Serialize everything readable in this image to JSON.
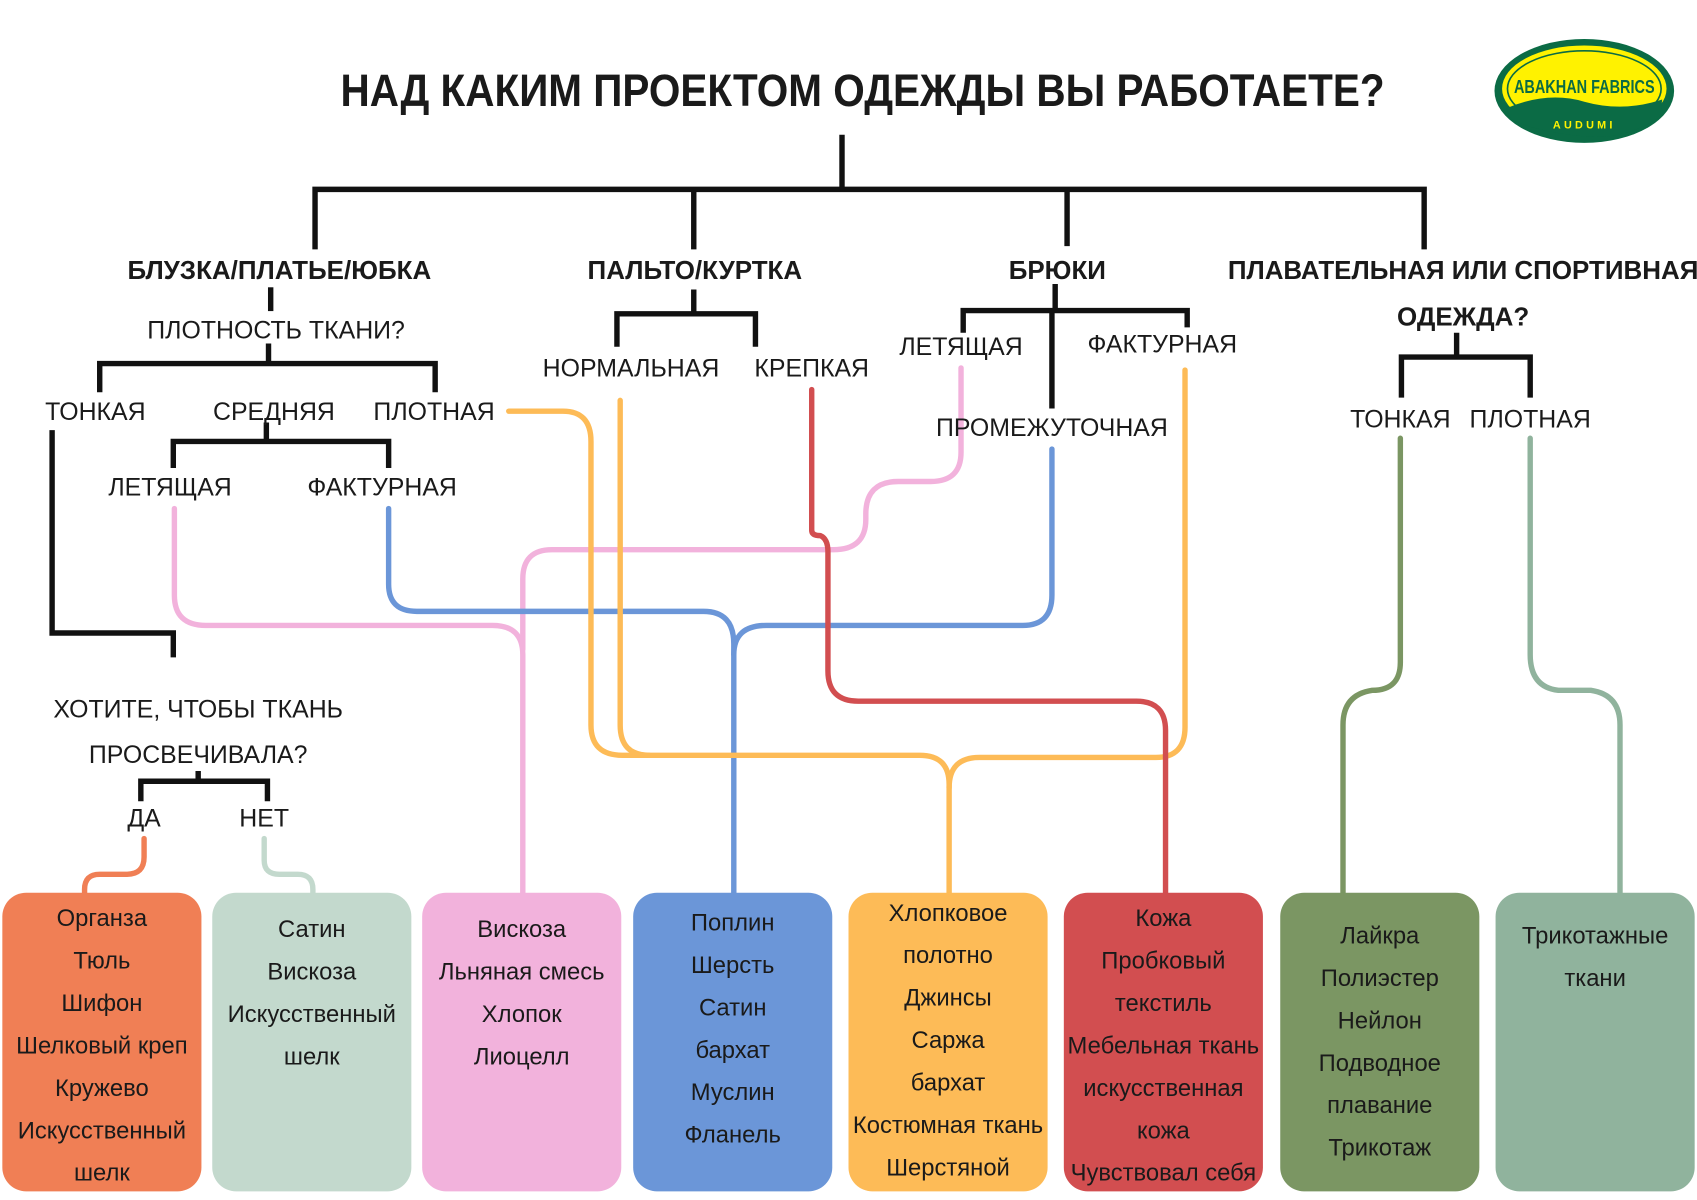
{
  "title": "НАД КАКИМ ПРОЕКТОМ ОДЕЖДЫ ВЫ РАБОТАЕТЕ?",
  "logo": {
    "name": "ABAKHAN FABRICS",
    "sub": "AUDUMI"
  },
  "categories": {
    "blouse": "БЛУЗКА/ПЛАТЬЕ/ЮБКА",
    "coat": "ПАЛЬТО/КУРТКА",
    "trousers": "БРЮКИ",
    "sport_line1": "ПЛАВАТЕЛЬНАЯ ИЛИ СПОРТИВНАЯ",
    "sport_line2": "ОДЕЖДА?"
  },
  "blouse": {
    "question": "ПЛОТНОСТЬ ТКАНИ?",
    "thin": "ТОНКАЯ",
    "medium": "СРЕДНЯЯ",
    "dense": "ПЛОТНАЯ",
    "flowing": "ЛЕТЯЩАЯ",
    "textured": "ФАКТУРНАЯ",
    "sheer_q1": "ХОТИТЕ, ЧТОБЫ ТКАНЬ",
    "sheer_q2": "ПРОСВЕЧИВАЛА?",
    "yes": "ДА",
    "no": "НЕТ"
  },
  "coat": {
    "normal": "НОРМАЛЬНАЯ",
    "strong": "КРЕПКАЯ"
  },
  "trousers": {
    "flowing": "ЛЕТЯЩАЯ",
    "textured": "ФАКТУРНАЯ",
    "intermediate": "ПРОМЕЖУТОЧНАЯ"
  },
  "sport": {
    "thin": "ТОНКАЯ",
    "dense": "ПЛОТНАЯ"
  },
  "colors": {
    "orange": "#F07F55",
    "sage": "#C3D9CD",
    "pink": "#F2B2DC",
    "blue": "#6B96D8",
    "yellow": "#FDBB57",
    "red": "#D24E50",
    "green": "#7B9663",
    "teal": "#90B39D"
  },
  "boxes": [
    {
      "color": "orange",
      "items": [
        "Органза",
        "Тюль",
        "Шифон",
        "Шелковый креп",
        "Кружево",
        "Искусственный",
        "шелк"
      ]
    },
    {
      "color": "sage",
      "items": [
        "Сатин",
        "Вискоза",
        "Искусственный",
        "шелк"
      ]
    },
    {
      "color": "pink",
      "items": [
        "Вискоза",
        "Льняная смесь",
        "Хлопок",
        "Лиоцелл"
      ]
    },
    {
      "color": "blue",
      "items": [
        "Поплин",
        "Шерсть",
        "Сатин",
        "бархат",
        "Муслин",
        "Фланель"
      ]
    },
    {
      "color": "yellow",
      "items": [
        "Хлопковое",
        "полотно",
        "Джинсы",
        "Саржа",
        "бархат",
        "Костюмная ткань",
        "Шерстяной"
      ]
    },
    {
      "color": "red",
      "items": [
        "Кожа",
        "Пробковый",
        "текстиль",
        "Мебельная ткань",
        "искусственная",
        "кожа",
        "Чувствовал себя"
      ]
    },
    {
      "color": "green",
      "items": [
        "Лайкра",
        "Полиэстер",
        "Нейлон",
        "Подводное",
        "плавание",
        "Трикотаж"
      ]
    },
    {
      "color": "teal",
      "items": [
        "Трикотажные",
        "ткани"
      ]
    }
  ]
}
